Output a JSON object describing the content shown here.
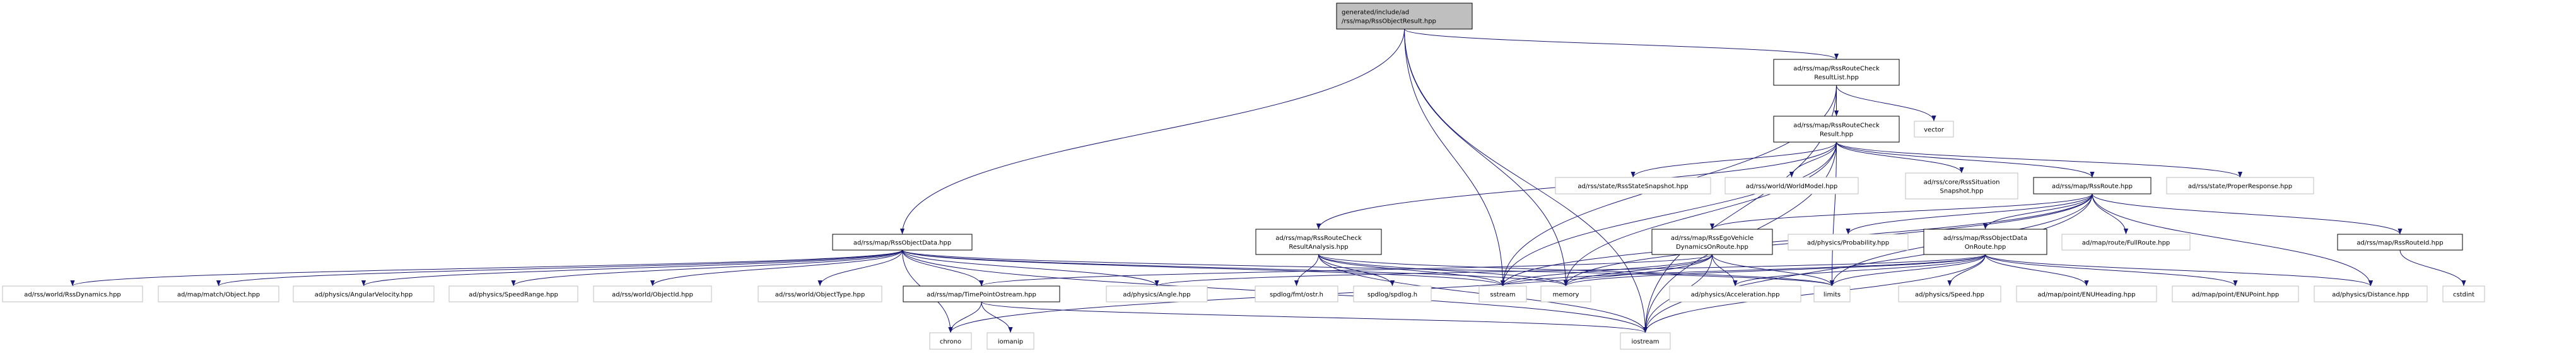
{
  "graph": {
    "title": "generated/include/ad/rss/map/RssObjectResult.hpp",
    "edge_color": "#191970",
    "nodes": [
      {
        "id": "root",
        "kind": "root",
        "lines": [
          "generated/include/ad",
          "/rss/map/RssObjectResult.hpp"
        ]
      },
      {
        "id": "rcrl",
        "kind": "doc",
        "lines": [
          "ad/rss/map/RssRouteCheck",
          "ResultList.hpp"
        ]
      },
      {
        "id": "rcr",
        "kind": "doc",
        "lines": [
          "ad/rss/map/RssRouteCheck",
          "Result.hpp"
        ]
      },
      {
        "id": "vector",
        "kind": "ext",
        "lines": [
          "vector"
        ]
      },
      {
        "id": "stsnap",
        "kind": "ext",
        "lines": [
          "ad/rss/state/RssStateSnapshot.hpp"
        ]
      },
      {
        "id": "world",
        "kind": "ext",
        "lines": [
          "ad/rss/world/WorldModel.hpp"
        ]
      },
      {
        "id": "sitsnap",
        "kind": "ext",
        "lines": [
          "ad/rss/core/RssSituation",
          "Snapshot.hpp"
        ]
      },
      {
        "id": "route",
        "kind": "doc",
        "lines": [
          "ad/rss/map/RssRoute.hpp"
        ]
      },
      {
        "id": "proper",
        "kind": "ext",
        "lines": [
          "ad/rss/state/ProperResponse.hpp"
        ]
      },
      {
        "id": "objdata",
        "kind": "doc",
        "lines": [
          "ad/rss/map/RssObjectData.hpp"
        ]
      },
      {
        "id": "analysis",
        "kind": "doc",
        "lines": [
          "ad/rss/map/RssRouteCheck",
          "ResultAnalysis.hpp"
        ]
      },
      {
        "id": "ego",
        "kind": "doc",
        "lines": [
          "ad/rss/map/RssEgoVehicle",
          "DynamicsOnRoute.hpp"
        ]
      },
      {
        "id": "prob",
        "kind": "ext",
        "lines": [
          "ad/physics/Probability.hpp"
        ]
      },
      {
        "id": "objroute",
        "kind": "doc",
        "lines": [
          "ad/rss/map/RssObjectData",
          "OnRoute.hpp"
        ]
      },
      {
        "id": "fullroute",
        "kind": "ext",
        "lines": [
          "ad/map/route/FullRoute.hpp"
        ]
      },
      {
        "id": "routeid",
        "kind": "doc",
        "lines": [
          "ad/rss/map/RssRouteId.hpp"
        ]
      },
      {
        "id": "dyn",
        "kind": "ext",
        "lines": [
          "ad/rss/world/RssDynamics.hpp"
        ]
      },
      {
        "id": "mobj",
        "kind": "ext",
        "lines": [
          "ad/map/match/Object.hpp"
        ]
      },
      {
        "id": "angvel",
        "kind": "ext",
        "lines": [
          "ad/physics/AngularVelocity.hpp"
        ]
      },
      {
        "id": "speedrange",
        "kind": "ext",
        "lines": [
          "ad/physics/SpeedRange.hpp"
        ]
      },
      {
        "id": "objid",
        "kind": "ext",
        "lines": [
          "ad/rss/world/ObjectId.hpp"
        ]
      },
      {
        "id": "objtype",
        "kind": "ext",
        "lines": [
          "ad/rss/world/ObjectType.hpp"
        ]
      },
      {
        "id": "tpo",
        "kind": "doc",
        "lines": [
          "ad/rss/map/TimePointOstream.hpp"
        ]
      },
      {
        "id": "angle",
        "kind": "ext",
        "lines": [
          "ad/physics/Angle.hpp"
        ]
      },
      {
        "id": "ostr",
        "kind": "ext",
        "lines": [
          "spdlog/fmt/ostr.h"
        ]
      },
      {
        "id": "spdlog",
        "kind": "ext",
        "lines": [
          "spdlog/spdlog.h"
        ]
      },
      {
        "id": "sstream",
        "kind": "ext",
        "lines": [
          "sstream"
        ]
      },
      {
        "id": "memory",
        "kind": "ext",
        "lines": [
          "memory"
        ]
      },
      {
        "id": "accel",
        "kind": "ext",
        "lines": [
          "ad/physics/Acceleration.hpp"
        ]
      },
      {
        "id": "limits",
        "kind": "ext",
        "lines": [
          "limits"
        ]
      },
      {
        "id": "speed",
        "kind": "ext",
        "lines": [
          "ad/physics/Speed.hpp"
        ]
      },
      {
        "id": "enuh",
        "kind": "ext",
        "lines": [
          "ad/map/point/ENUHeading.hpp"
        ]
      },
      {
        "id": "enup",
        "kind": "ext",
        "lines": [
          "ad/map/point/ENUPoint.hpp"
        ]
      },
      {
        "id": "dist",
        "kind": "ext",
        "lines": [
          "ad/physics/Distance.hpp"
        ]
      },
      {
        "id": "cstdint",
        "kind": "ext",
        "lines": [
          "cstdint"
        ]
      },
      {
        "id": "chrono",
        "kind": "ext",
        "lines": [
          "chrono"
        ]
      },
      {
        "id": "iomanip",
        "kind": "ext",
        "lines": [
          "iomanip"
        ]
      },
      {
        "id": "iostream",
        "kind": "ext",
        "lines": [
          "iostream"
        ]
      }
    ],
    "edges": [
      [
        "root",
        "objdata"
      ],
      [
        "root",
        "rcrl"
      ],
      [
        "root",
        "sstream"
      ],
      [
        "root",
        "memory"
      ],
      [
        "root",
        "iostream"
      ],
      [
        "rcrl",
        "rcr"
      ],
      [
        "rcrl",
        "vector"
      ],
      [
        "rcrl",
        "sstream"
      ],
      [
        "rcrl",
        "iostream"
      ],
      [
        "rcr",
        "analysis"
      ],
      [
        "rcr",
        "stsnap"
      ],
      [
        "rcr",
        "world"
      ],
      [
        "rcr",
        "sitsnap"
      ],
      [
        "rcr",
        "route"
      ],
      [
        "rcr",
        "proper"
      ],
      [
        "rcr",
        "sstream"
      ],
      [
        "rcr",
        "memory"
      ],
      [
        "rcr",
        "limits"
      ],
      [
        "rcr",
        "iostream"
      ],
      [
        "route",
        "ego"
      ],
      [
        "route",
        "prob"
      ],
      [
        "route",
        "objroute"
      ],
      [
        "route",
        "fullroute"
      ],
      [
        "route",
        "routeid"
      ],
      [
        "route",
        "dist"
      ],
      [
        "route",
        "sstream"
      ],
      [
        "route",
        "memory"
      ],
      [
        "route",
        "limits"
      ],
      [
        "route",
        "iostream"
      ],
      [
        "objdata",
        "dyn"
      ],
      [
        "objdata",
        "mobj"
      ],
      [
        "objdata",
        "angvel"
      ],
      [
        "objdata",
        "speedrange"
      ],
      [
        "objdata",
        "objid"
      ],
      [
        "objdata",
        "objtype"
      ],
      [
        "objdata",
        "tpo"
      ],
      [
        "objdata",
        "angle"
      ],
      [
        "objdata",
        "sstream"
      ],
      [
        "objdata",
        "memory"
      ],
      [
        "objdata",
        "limits"
      ],
      [
        "objdata",
        "chrono"
      ],
      [
        "objdata",
        "iostream"
      ],
      [
        "analysis",
        "ostr"
      ],
      [
        "analysis",
        "spdlog"
      ],
      [
        "analysis",
        "sstream"
      ],
      [
        "analysis",
        "memory"
      ],
      [
        "analysis",
        "limits"
      ],
      [
        "analysis",
        "iostream"
      ],
      [
        "ego",
        "tpo"
      ],
      [
        "ego",
        "sstream"
      ],
      [
        "ego",
        "memory"
      ],
      [
        "ego",
        "accel"
      ],
      [
        "ego",
        "limits"
      ],
      [
        "ego",
        "chrono"
      ],
      [
        "ego",
        "iostream"
      ],
      [
        "objroute",
        "angle"
      ],
      [
        "objroute",
        "sstream"
      ],
      [
        "objroute",
        "memory"
      ],
      [
        "objroute",
        "limits"
      ],
      [
        "objroute",
        "speed"
      ],
      [
        "objroute",
        "enuh"
      ],
      [
        "objroute",
        "enup"
      ],
      [
        "objroute",
        "dist"
      ],
      [
        "objroute",
        "accel"
      ],
      [
        "objroute",
        "iostream"
      ],
      [
        "tpo",
        "chrono"
      ],
      [
        "tpo",
        "iomanip"
      ],
      [
        "tpo",
        "iostream"
      ],
      [
        "routeid",
        "cstdint"
      ]
    ]
  }
}
